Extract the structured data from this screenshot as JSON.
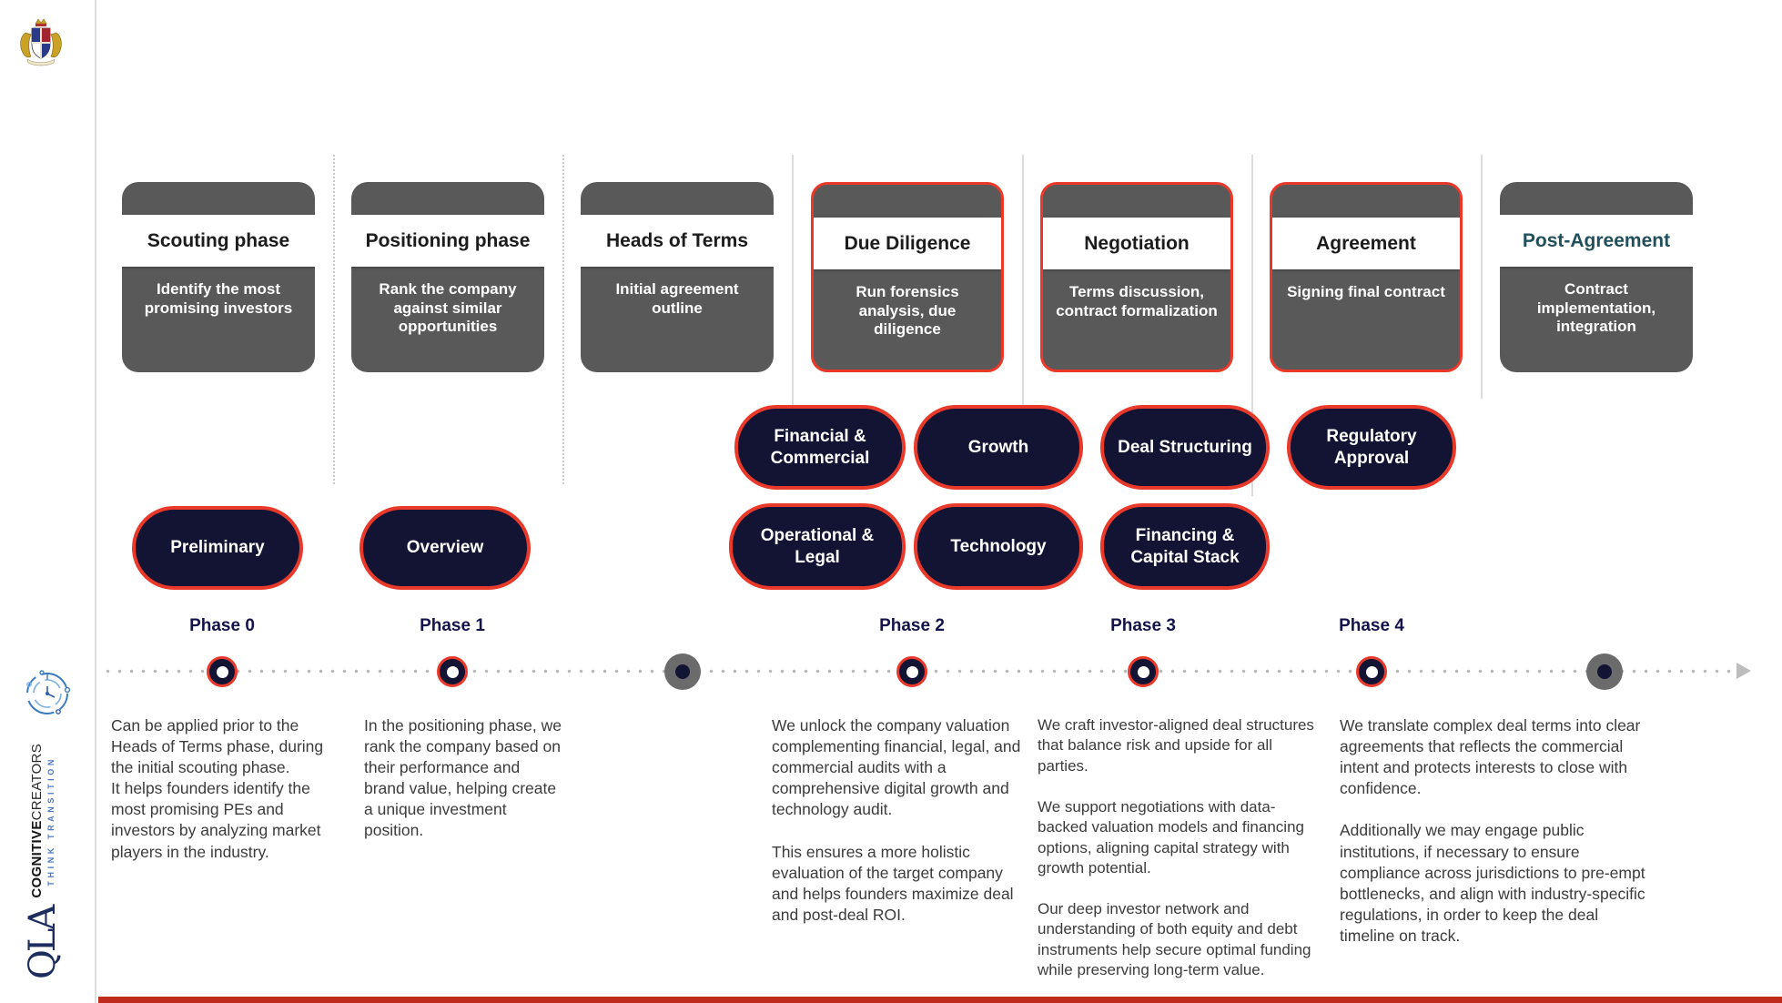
{
  "sidebar": {
    "brand_bold": "COGNITIVE",
    "brand_light": "CREATORS",
    "tagline": "THINK TRANSITION",
    "logo_text": "QLA"
  },
  "cards": [
    {
      "title": "Scouting phase",
      "subtitle": "Identify the most promising investors"
    },
    {
      "title": "Positioning phase",
      "subtitle": "Rank the company against similar opportunities"
    },
    {
      "title": "Heads of Terms",
      "subtitle": "Initial agreement outline"
    },
    {
      "title": "Due Diligence",
      "subtitle": "Run forensics analysis, due diligence"
    },
    {
      "title": "Negotiation",
      "subtitle": "Terms discussion, contract formalization"
    },
    {
      "title": "Agreement",
      "subtitle": "Signing final contract"
    },
    {
      "title": "Post-Agreement",
      "subtitle": "Contract implementation, integration"
    }
  ],
  "pills": {
    "row1": [
      {
        "label": "Financial & Commercial"
      },
      {
        "label": "Growth"
      },
      {
        "label": "Deal Structuring"
      },
      {
        "label": "Regulatory Approval"
      }
    ],
    "row2": [
      {
        "label": "Operational & Legal"
      },
      {
        "label": "Technology"
      },
      {
        "label": "Financing & Capital Stack"
      }
    ],
    "standalone": [
      {
        "label": "Preliminary"
      },
      {
        "label": "Overview"
      }
    ]
  },
  "timeline": {
    "labels": [
      "Phase 0",
      "Phase 1",
      "Phase 2",
      "Phase 3",
      "Phase 4"
    ]
  },
  "descriptions": [
    "Can be applied prior to the Heads of Terms phase, during the initial scouting phase.\nIt helps founders identify the most promising PEs and investors by analyzing market players in the industry.",
    "In the positioning phase, we rank the company based on their performance and brand value, helping create a unique investment position.",
    "We unlock the company valuation complementing financial, legal, and commercial audits with a comprehensive digital growth and technology audit.\n\nThis ensures a more holistic evaluation of the target company and helps founders maximize deal and post-deal ROI.",
    "We craft investor-aligned deal structures that balance risk and upside for all parties.\n\nWe support negotiations with data-backed valuation models and financing options, aligning capital strategy with growth potential.\n\nOur deep investor network and understanding of both equity and debt instruments help secure optimal funding while preserving long-term value.",
    "We translate complex deal terms into clear agreements that reflects the commercial intent and protects interests to close with confidence.\n\nAdditionally we may engage public institutions, if necessary to ensure compliance across jurisdictions to pre-empt bottlenecks, and align with industry-specific regulations, in order to keep the deal timeline on track."
  ],
  "colors": {
    "card_gray": "#595959",
    "accent_red": "#e8392a",
    "pill_navy": "#131334",
    "phase_label_navy": "#14144a",
    "post_agreement_title_teal": "#21505d",
    "tagline_blue": "#4f78c4",
    "bottom_bar_red": "#bf2c1e"
  }
}
